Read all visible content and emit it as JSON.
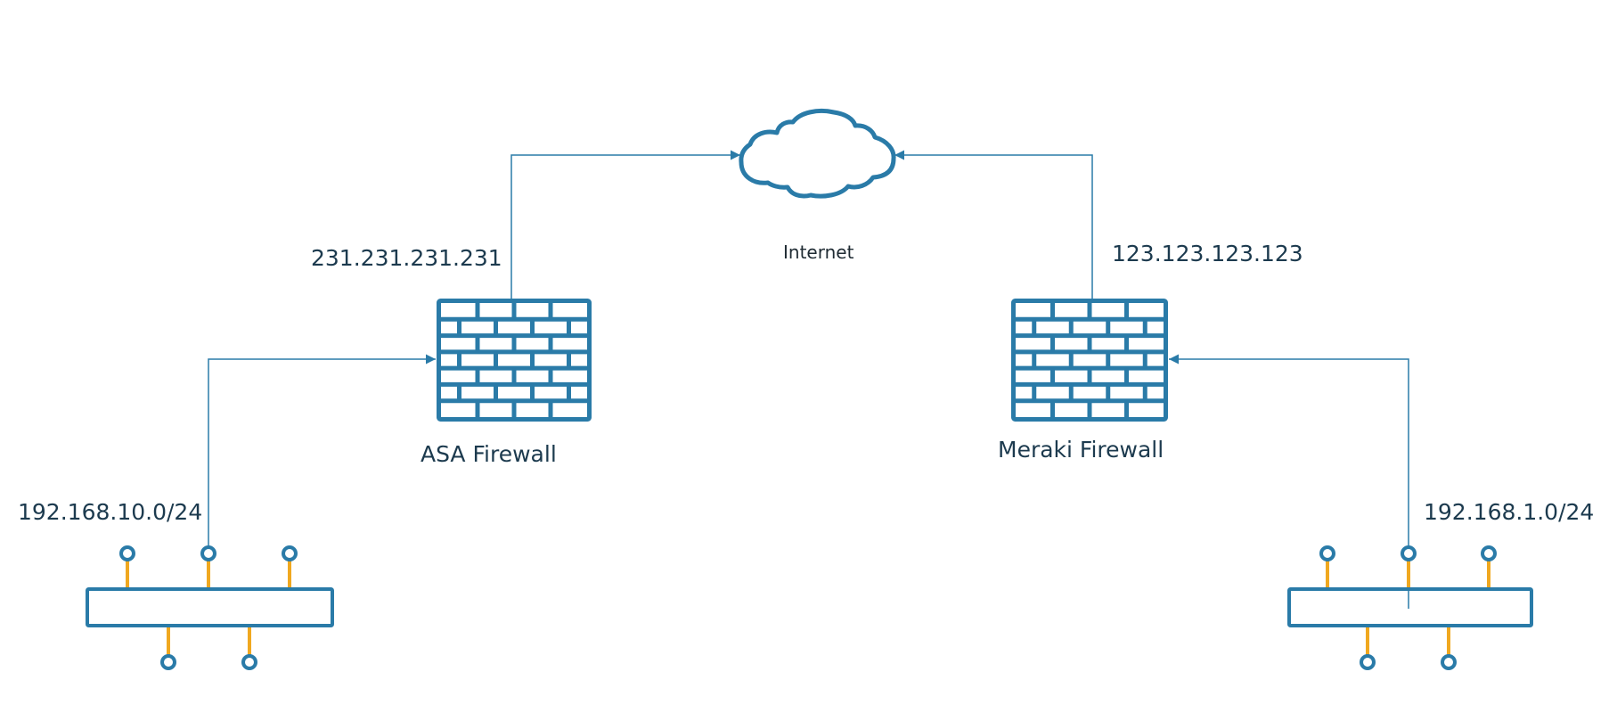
{
  "colors": {
    "stroke": "#2a7ba8",
    "pin": "#f0a820",
    "text": "#1c3a4e",
    "background": "#ffffff"
  },
  "nodes": {
    "internet": {
      "label": "Internet",
      "icon": "cloud-icon"
    },
    "asa_firewall": {
      "label": "ASA Firewall",
      "icon": "firewall-icon",
      "public_ip": "231.231.231.231"
    },
    "meraki_firewall": {
      "label": "Meraki Firewall",
      "icon": "firewall-icon",
      "public_ip": "123.123.123.123"
    },
    "left_lan": {
      "label": "192.168.10.0/24",
      "icon": "switch-icon"
    },
    "right_lan": {
      "label": "192.168.1.0/24",
      "icon": "switch-icon"
    }
  },
  "connections": [
    {
      "from": "asa_firewall",
      "to": "internet"
    },
    {
      "from": "meraki_firewall",
      "to": "internet"
    },
    {
      "from": "left_lan",
      "to": "asa_firewall"
    },
    {
      "from": "right_lan",
      "to": "meraki_firewall"
    }
  ]
}
